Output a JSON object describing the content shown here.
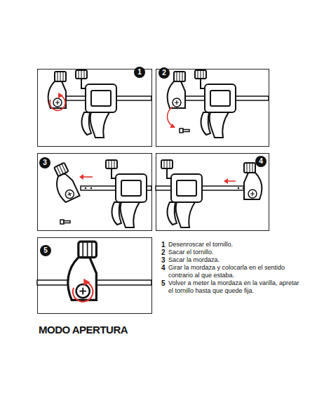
{
  "diagram": {
    "title": "MODO APERTURA",
    "labels": [
      "1",
      "2",
      "3",
      "4",
      "5",
      "1",
      "Desenroscar el tornillo.",
      "2",
      "Sacar el tornillo.",
      "3",
      "Sacar la mordaza.",
      "4",
      "Girar la mordaza y colocarla en el sentido contrario al que estaba.",
      "5",
      "Volver a meter la mordaza en la varilla, apretar el tornillo hasta que quede fija."
    ]
  }
}
